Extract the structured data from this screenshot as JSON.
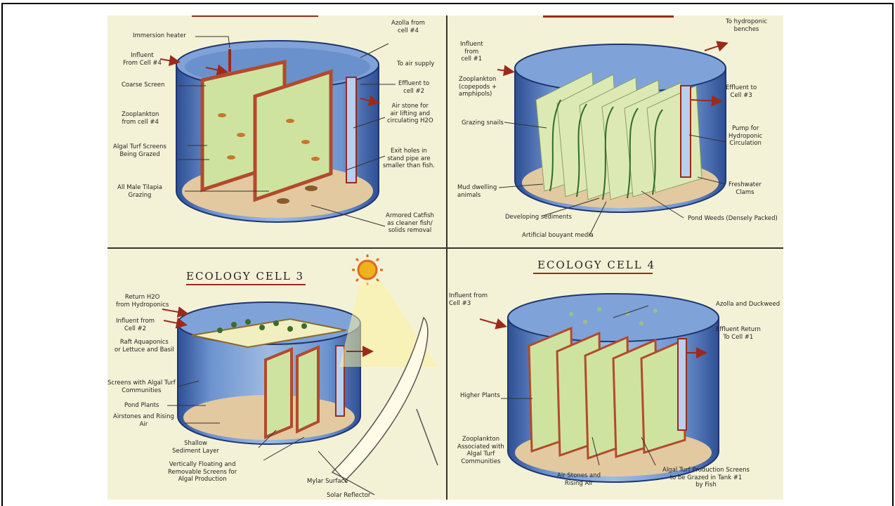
{
  "cell1": {
    "labels": {
      "immersion_heater": "Immersion heater",
      "influent": "Influent\nFrom Cell #4",
      "coarse_screen": "Coarse Screen",
      "zooplankton": "Zooplankton\nfrom cell #4",
      "algal_turf": "Algal Turf Screens\nBeing Grazed",
      "tilapia": "All Male Tilapia\nGrazing",
      "azolla": "Azolla from\ncell #4",
      "air_supply": "To air supply",
      "effluent": "Effluent to\ncell #2",
      "air_stone": "Air stone for\nair lifting and\ncirculating H2O",
      "exit_holes": "Exit holes in\nstand pipe are\nsmaller than fish.",
      "catfish": "Armored Catfish\nas cleaner fish/\nsolids removal"
    }
  },
  "cell2": {
    "labels": {
      "hydroponic_benches": "To hydroponic\nbenches",
      "influent": "Influent\nfrom\ncell #1",
      "zooplankton": "Zooplankton\n(copepods +\namphipols)",
      "effluent": "Effluent to\nCell #3",
      "snails": "Grazing snails",
      "pump": "Pump for\nHydroponic\nCirculation",
      "mud_animals": "Mud dwelling\nanimals",
      "clams": "Freshwater\nClams",
      "sediments": "Developing sediments",
      "pond_weeds": "Pond Weeds (Densely Packed)",
      "media": "Artificial bouyant media"
    }
  },
  "cell3": {
    "title": "ECOLOGY CELL 3",
    "labels": {
      "return_h2o": "Return H2O\nfrom Hydroponics",
      "influent": "Influent from\nCell #2",
      "raft": "Raft Aquaponics\nor Lettuce and Basil",
      "screens": "Screens with Algal Turf\nCommunities",
      "pond_plants": "Pond Plants",
      "airstones": "Airstones and Rising\nAir",
      "shallow": "Shallow\nSediment Layer",
      "floating": "Vertically Floating and\nRemovable Screens for\nAlgal Production",
      "mylar": "Mylar Surface",
      "reflector": "Solar Reflector"
    }
  },
  "cell4": {
    "title": "ECOLOGY CELL 4",
    "labels": {
      "influent": "Influent from\nCell #3",
      "azolla": "Azolla and Duckweed",
      "effluent": "Effluent Return\nTo Cell #1",
      "higher_plants": "Higher Plants",
      "zooplankton": "Zooplankton\nAssociated with\nAlgal Turf\nCommunities",
      "air_stones": "Air Stones and\nRising Air",
      "algal_turf": "Algal Turf Production Screens\nto be Grazed in Tank #1\nby Fish"
    }
  },
  "colors": {
    "water": "#5d85c4",
    "water_dark": "#2e4f94",
    "sediment": "#e3c9a0",
    "algae": "#cfe3a0",
    "arrow": "#9b2a1c",
    "sun": "#e06a1a"
  }
}
